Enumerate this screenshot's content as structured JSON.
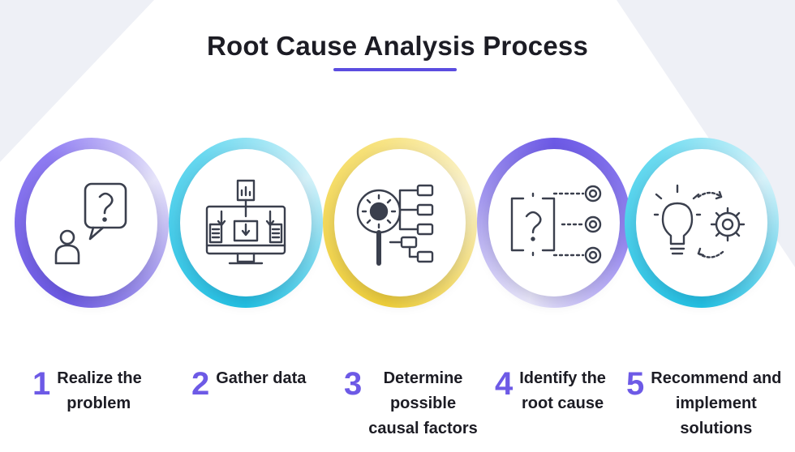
{
  "title": "Root Cause Analysis Process",
  "colors": {
    "accent": "#5b4de0",
    "purple": "#6d5ae6",
    "cyan": "#22c4e6",
    "yellow": "#f3d238",
    "icon_stroke": "#3a3f4d"
  },
  "steps": [
    {
      "number": "1",
      "label": "Realize the problem",
      "lines": [
        "Realize the",
        "problem"
      ],
      "icon": "question-person-icon"
    },
    {
      "number": "2",
      "label": "Gather data",
      "lines": [
        "Gather data"
      ],
      "icon": "data-monitor-icon"
    },
    {
      "number": "3",
      "label": "Determine possible causal factors",
      "lines": [
        "Determine",
        "possible",
        "causal factors"
      ],
      "icon": "gear-magnifier-icon"
    },
    {
      "number": "4",
      "label": "Identify the root cause",
      "lines": [
        "Identify the",
        "root cause"
      ],
      "icon": "question-targets-icon"
    },
    {
      "number": "5",
      "label": "Recommend and implement solutions",
      "lines": [
        "Recommend and",
        "implement",
        "solutions"
      ],
      "icon": "bulb-gear-icon"
    }
  ]
}
